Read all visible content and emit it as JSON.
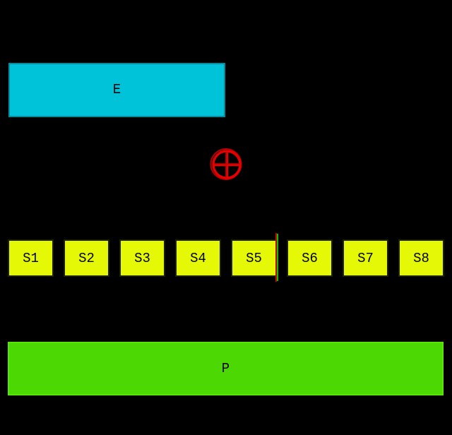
{
  "diagram": {
    "background_color": "#000000",
    "e_box": {
      "label": "E",
      "fill_color": "#00c2d8"
    },
    "xor_symbol": {
      "icon": "circled-plus-icon",
      "color": "#e60000"
    },
    "s_boxes": [
      {
        "label": "S1"
      },
      {
        "label": "S2"
      },
      {
        "label": "S3"
      },
      {
        "label": "S4"
      },
      {
        "label": "S5"
      },
      {
        "label": "S6"
      },
      {
        "label": "S7"
      },
      {
        "label": "S8"
      }
    ],
    "s_box_fill_color": "#e5f907",
    "divider": {
      "red_color": "#cc0000",
      "green_color": "#00c400"
    },
    "p_box": {
      "label": "P",
      "fill_color": "#4bd803"
    }
  }
}
